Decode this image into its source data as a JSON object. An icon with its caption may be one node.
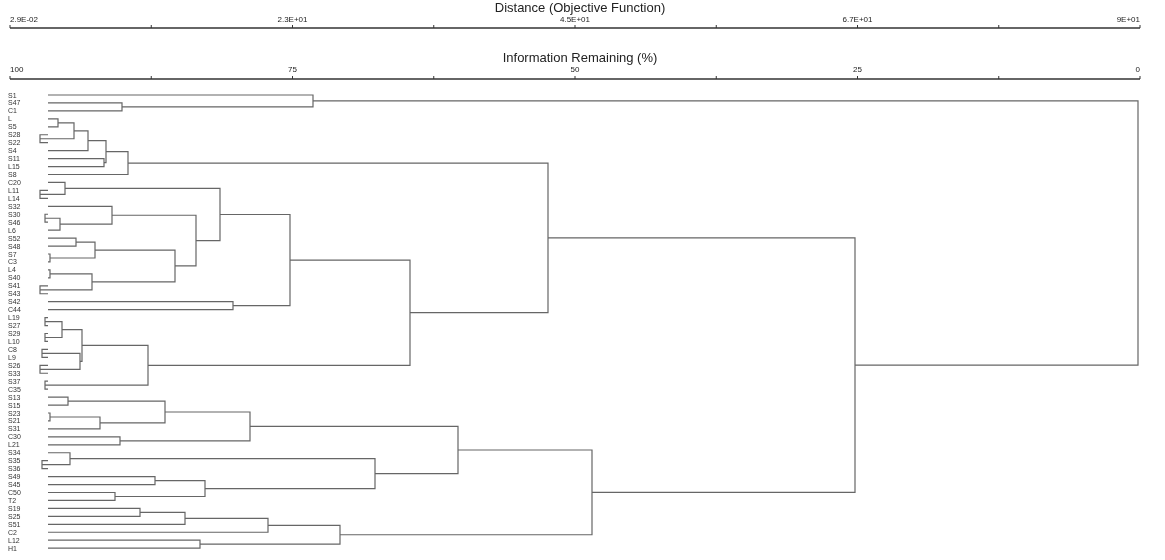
{
  "diagram": {
    "labels": [
      "Distance (Objective Function)",
      "2.9E-02",
      "2.3E+01",
      "4.5E+01",
      "6.7E+01",
      "9E+01",
      "Information Remaining (%)",
      "100",
      "75",
      "50",
      "25",
      "0",
      "S1",
      "S47",
      "C1",
      "L",
      "S5",
      "S28",
      "S22",
      "S4",
      "S11",
      "L15",
      "S8",
      "C20",
      "L11",
      "L14",
      "S32",
      "S30",
      "S46",
      "L6",
      "S52",
      "S48",
      "S7",
      "C3",
      "L4",
      "S40",
      "S41",
      "S43",
      "S42",
      "C44",
      "L19",
      "S27",
      "S29",
      "L10",
      "C8",
      "L9",
      "S26",
      "S33",
      "S37",
      "C35",
      "S13",
      "S15",
      "S23",
      "S21",
      "S31",
      "C30",
      "L21",
      "S34",
      "S35",
      "S36",
      "S49",
      "S45",
      "C50",
      "T2",
      "S19",
      "S25",
      "S51",
      "C2",
      "L12",
      "H1"
    ]
  }
}
